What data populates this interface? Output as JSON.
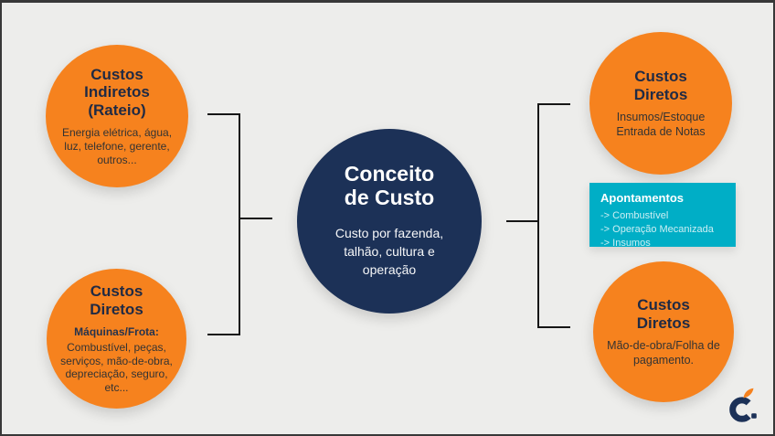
{
  "slide": {
    "background": "#EDEDEB",
    "border_color": "#383838",
    "colors": {
      "orange": "#F6821E",
      "navy": "#1C3157",
      "teal": "#00AEC6",
      "line": "#161616"
    }
  },
  "center_circle": {
    "title": "Conceito de Custo",
    "body": "Custo por fazenda, talhão, cultura e operação"
  },
  "circles": {
    "top_left": {
      "title": "Custos Indiretos (Rateio)",
      "body": "Energia elétrica, água, luz, telefone, gerente, outros..."
    },
    "bottom_left": {
      "title": "Custos Diretos",
      "subtitle": "Máquinas/Frota:",
      "body": "Combustível, peças, serviços, mão-de-obra, depreciação, seguro, etc..."
    },
    "top_right": {
      "title": "Custos Diretos",
      "body": "Insumos/Estoque Entrada de Notas"
    },
    "bottom_right": {
      "title": "Custos Diretos",
      "body": "Mão-de-obra/Folha de pagamento."
    }
  },
  "apontamentos": {
    "title": "Apontamentos",
    "items": [
      "-> Combustível",
      "-> Operação Mecanizada",
      "-> Insumos"
    ]
  },
  "logo": {
    "icon": "c-flame-logo"
  }
}
